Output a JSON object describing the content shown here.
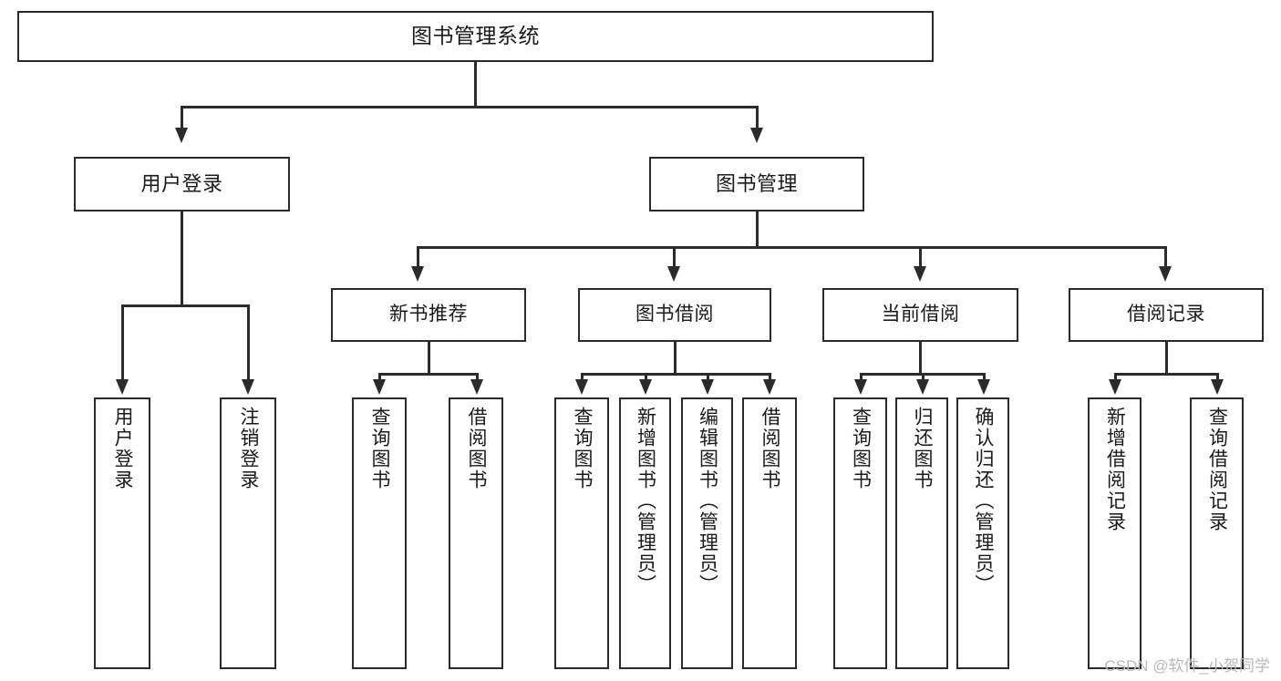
{
  "diagram": {
    "title": "图书管理系统",
    "type": "hierarchy-tree",
    "watermark": "CSDN @软件_小贺同学",
    "accent_color": "#2b2b2b",
    "background_color": "#ffffff",
    "root": {
      "label": "图书管理系统"
    },
    "level1": [
      {
        "label": "用户登录"
      },
      {
        "label": "图书管理"
      }
    ],
    "level2": [
      {
        "label": "新书推荐"
      },
      {
        "label": "图书借阅"
      },
      {
        "label": "当前借阅"
      },
      {
        "label": "借阅记录"
      }
    ],
    "leaves": {
      "user_login": [
        {
          "label": "用户登录"
        },
        {
          "label": "注销登录"
        }
      ],
      "new_book_recommend": [
        {
          "label": "查询图书"
        },
        {
          "label": "借阅图书"
        }
      ],
      "book_borrow": [
        {
          "label": "查询图书"
        },
        {
          "label": "新增图书（管理员）"
        },
        {
          "label": "编辑图书（管理员）"
        },
        {
          "label": "借阅图书"
        }
      ],
      "current_borrow": [
        {
          "label": "查询图书"
        },
        {
          "label": "归还图书"
        },
        {
          "label": "确认归还（管理员）"
        }
      ],
      "borrow_record": [
        {
          "label": "新增借阅记录"
        },
        {
          "label": "查询借阅记录"
        }
      ]
    }
  }
}
